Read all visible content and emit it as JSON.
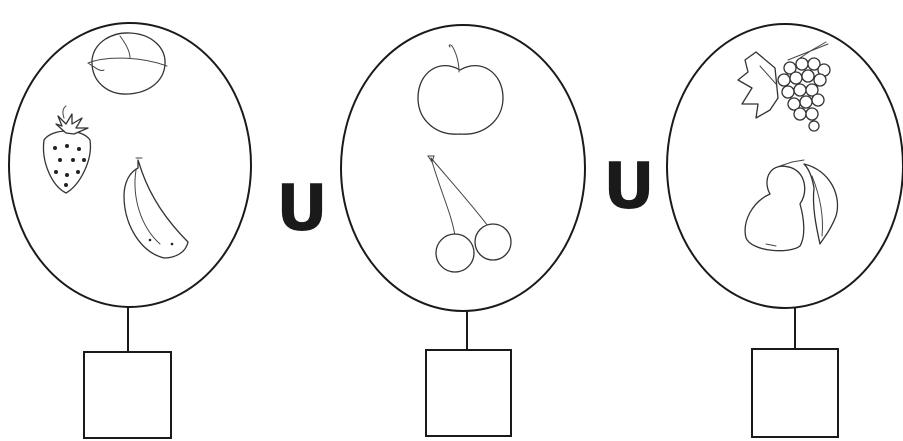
{
  "diagram": {
    "operator_symbol": "U",
    "sets": [
      {
        "fruits": [
          "nut",
          "strawberry",
          "banana"
        ],
        "answer_box": ""
      },
      {
        "fruits": [
          "apple",
          "cherries"
        ],
        "answer_box": ""
      },
      {
        "fruits": [
          "grapes",
          "pear"
        ],
        "answer_box": ""
      }
    ]
  }
}
